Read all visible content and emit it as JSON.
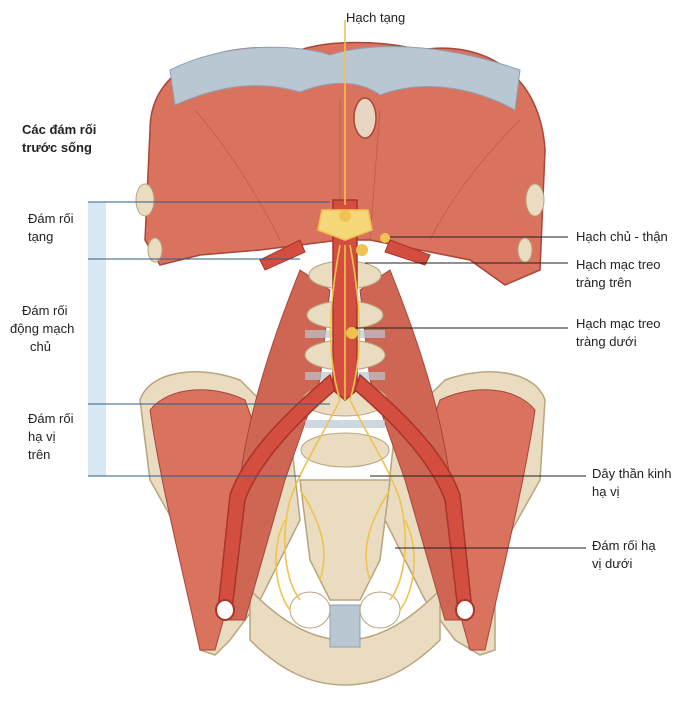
{
  "labels": {
    "top": "Hạch tạng",
    "group_title_1": "Các đám rối",
    "group_title_2": "trước sống",
    "celiac_plexus_1": "Đám rối",
    "celiac_plexus_2": "tạng",
    "aortic_plexus_1": "Đám rối",
    "aortic_plexus_2": "động mạch",
    "aortic_plexus_3": "chủ",
    "sup_hypogastric_1": "Đám rối",
    "sup_hypogastric_2": "hạ vị",
    "sup_hypogastric_3": "trên",
    "aorticorenal_ganglion": "Hạch chủ - thận",
    "sup_mesenteric_1": "Hạch mạc treo",
    "sup_mesenteric_2": "tràng trên",
    "inf_mesenteric_1": "Hạch mạc treo",
    "inf_mesenteric_2": "tràng dưới",
    "hypogastric_nerve_1": "Dây thần kinh",
    "hypogastric_nerve_2": "hạ vị",
    "inf_hypogastric_1": "Đám rối hạ",
    "inf_hypogastric_2": "vị dưới"
  },
  "colors": {
    "muscle": "#d9735e",
    "muscle_dark": "#b8503f",
    "tendon": "#b9c7d3",
    "bone": "#e9dcc0",
    "bone_edge": "#b9a47e",
    "artery": "#d44e3f",
    "artery_dark": "#a8342a",
    "nerve": "#f0c24f",
    "leader": "#2b5d8a",
    "bracket": "#bcd6ee"
  }
}
